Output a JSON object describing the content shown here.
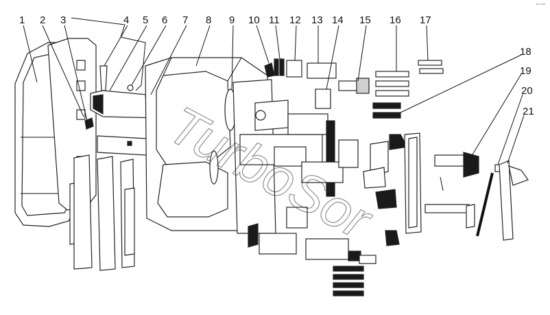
{
  "callouts": [
    "1",
    "2",
    "3",
    "4",
    "5",
    "6",
    "7",
    "8",
    "9",
    "10",
    "11",
    "12",
    "13",
    "14",
    "15",
    "16",
    "17",
    "18",
    "19",
    "20",
    "21"
  ],
  "watermark": "TurboSor",
  "corner_mark": "ᵖᵘ ⁿᵒᵘᵉ"
}
